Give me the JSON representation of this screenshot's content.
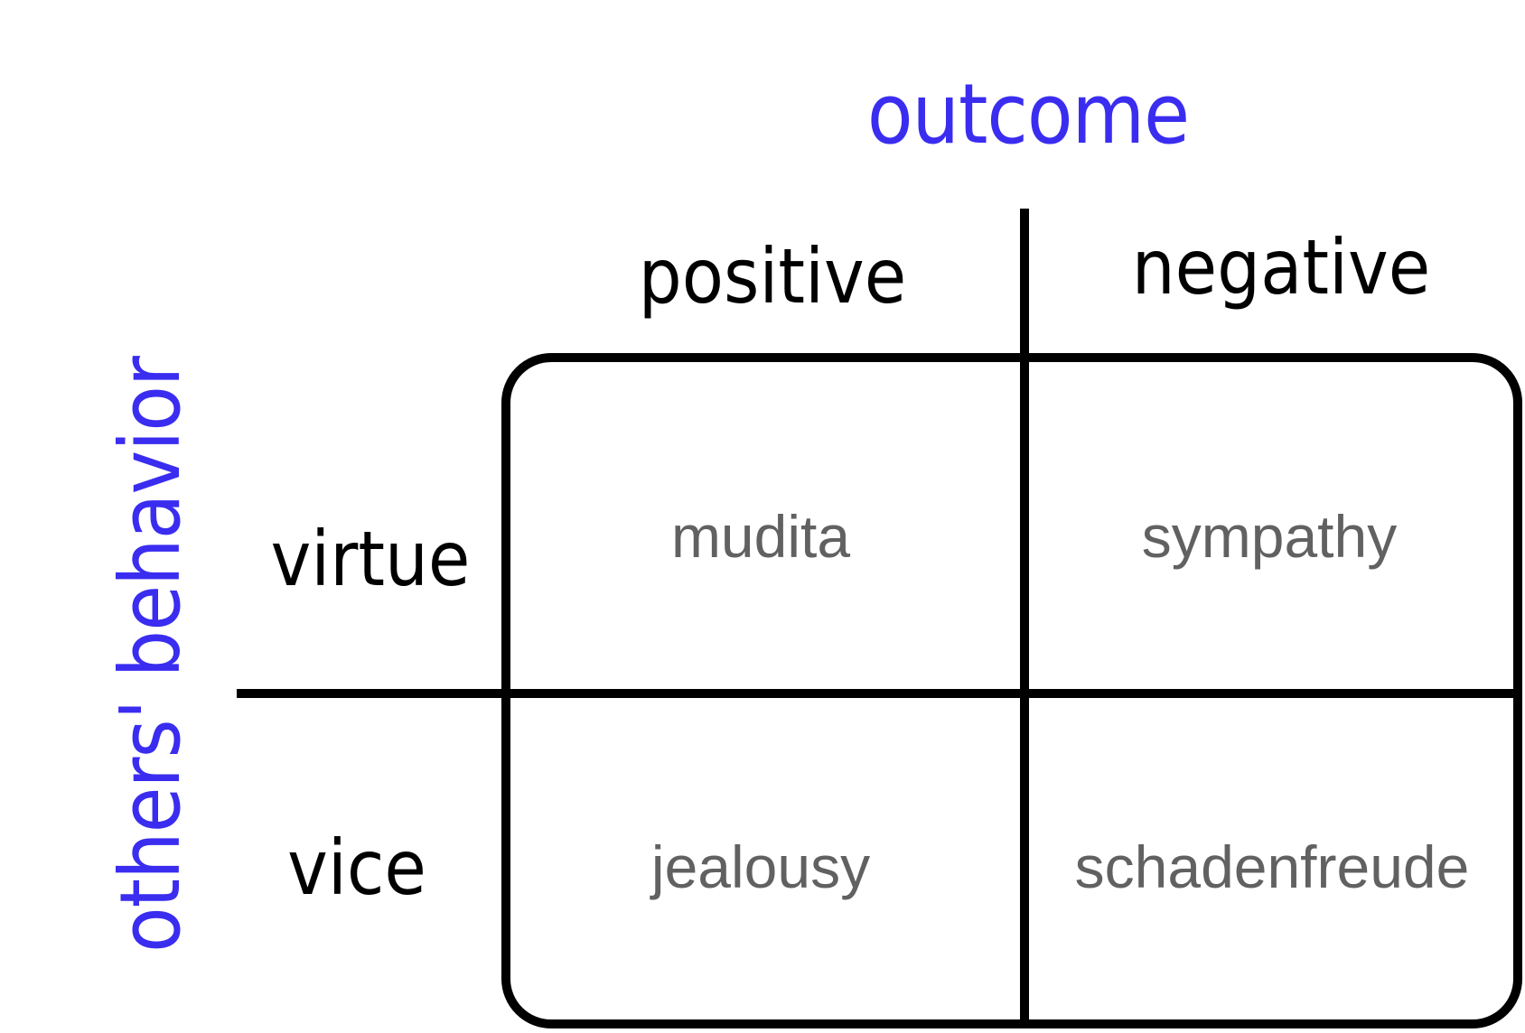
{
  "axes": {
    "column_axis_title": "outcome",
    "row_axis_title": "others' behavior",
    "title_color": "#3a2df0"
  },
  "columns": [
    {
      "label": "positive"
    },
    {
      "label": "negative"
    }
  ],
  "rows": [
    {
      "label": "virtue",
      "cells": [
        "mudita",
        "sympathy"
      ]
    },
    {
      "label": "vice",
      "cells": [
        "jealousy",
        "schadenfreude"
      ]
    }
  ],
  "colors": {
    "grid_line": "#000000",
    "header_text": "#000000",
    "cell_text": "#616161"
  }
}
